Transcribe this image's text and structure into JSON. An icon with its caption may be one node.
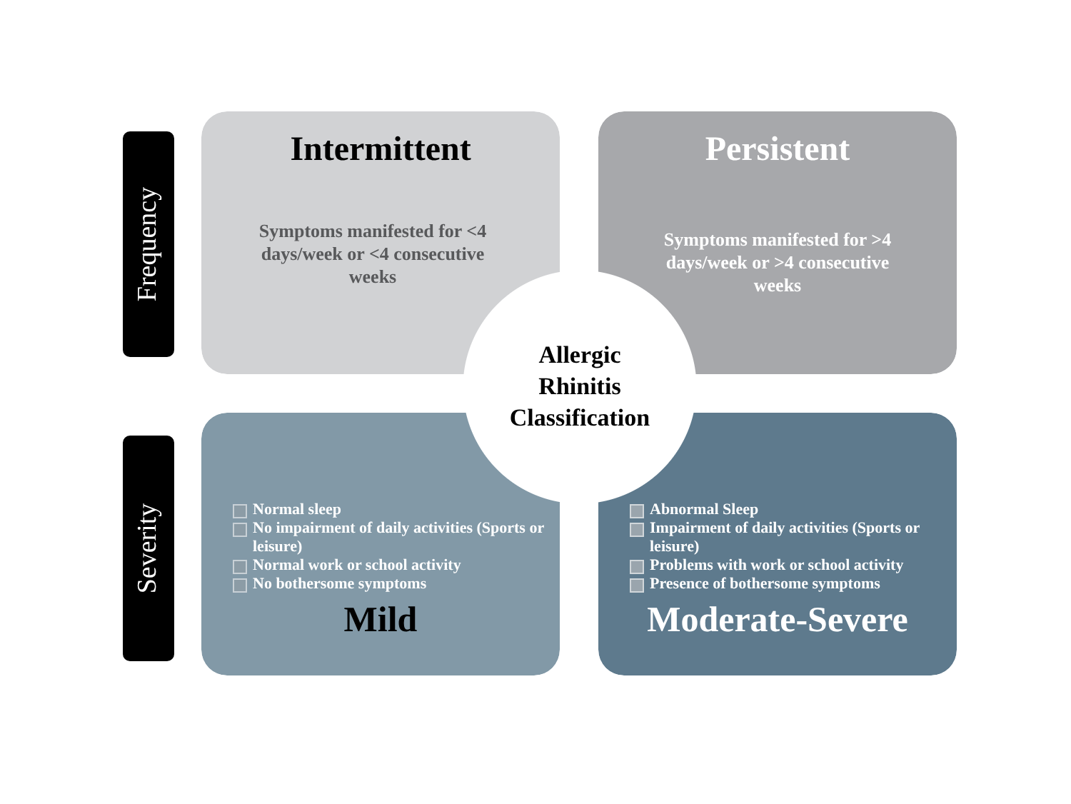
{
  "diagram": {
    "nodes": [
      {
        "text": [
          "Frequency"
        ]
      },
      {
        "text": [
          "Intermittent",
          "Symptoms manifested for <4 days/week or <4 consecutive weeks"
        ]
      },
      {
        "text": [
          "Persistent",
          "Symptoms manifested for >4 days/week or >4 consecutive weeks"
        ]
      },
      {
        "text": [
          "Allergic Rhinitis Classification"
        ]
      },
      {
        "text": [
          "Severity"
        ]
      },
      {
        "text": [
          "Normal sleep",
          "No impairment of daily activities (Sports or leisure)",
          "Normal work or school activity",
          "No bothersome symptoms",
          "Mild"
        ]
      },
      {
        "text": [
          "Abnormal Sleep",
          "Impairment of daily activities (Sports or leisure)",
          "Problems with work or school activity",
          "Presence of bothersome symptoms",
          "Moderate-Severe"
        ]
      }
    ]
  }
}
